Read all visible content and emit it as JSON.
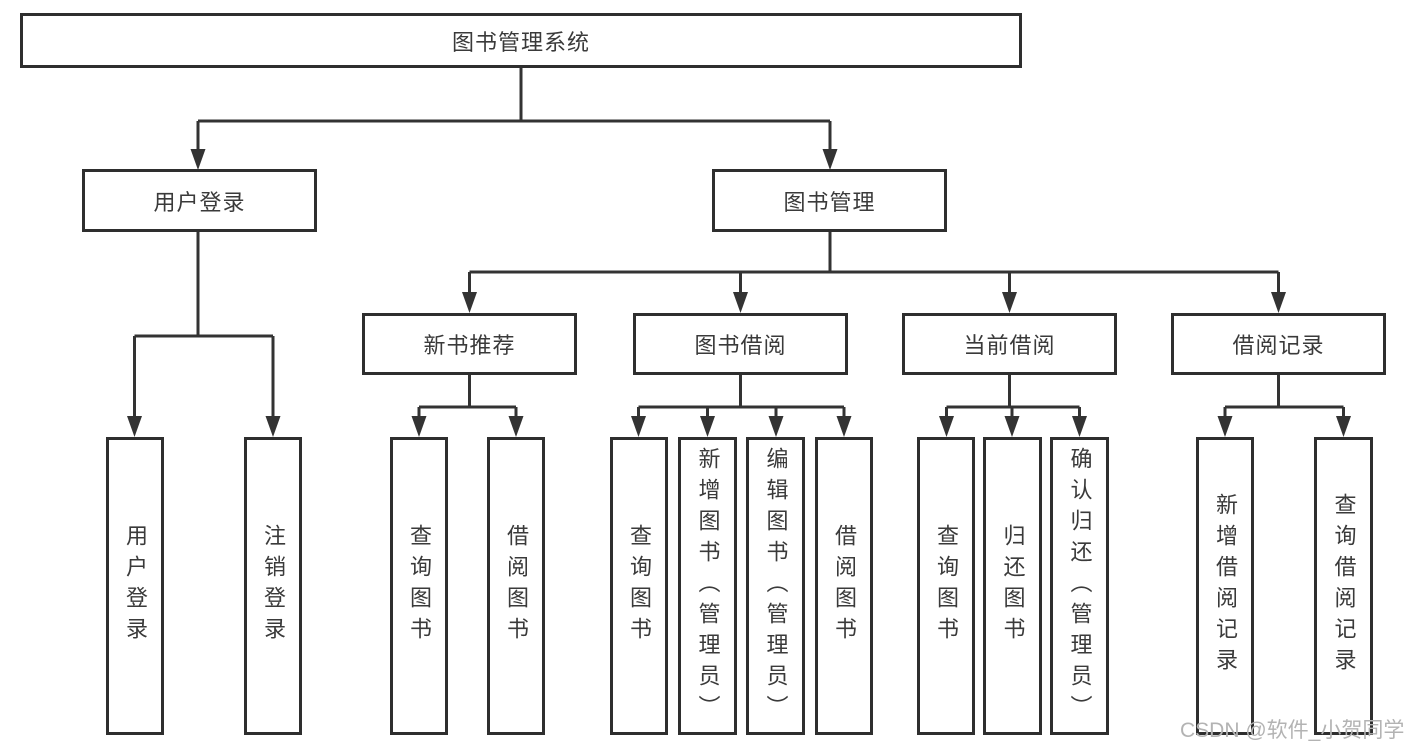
{
  "diagram_title": "图书管理系统",
  "colors": {
    "line": "#333333",
    "box_border": "#2e2e2e",
    "box_fill": "#ffffff",
    "text": "#3a3a3a",
    "background": "#ffffff",
    "watermark": "#b3b3b3"
  },
  "watermark": {
    "text": "CSDN @软件_小贺同学"
  },
  "nodes": {
    "root": {
      "label": "图书管理系统"
    },
    "user_login": {
      "label": "用户登录",
      "children": [
        {
          "label": "用户登录"
        },
        {
          "label": "注销登录"
        }
      ]
    },
    "book_management": {
      "label": "图书管理",
      "children": [
        {
          "label": "新书推荐",
          "children": [
            {
              "label": "查询图书"
            },
            {
              "label": "借阅图书"
            }
          ]
        },
        {
          "label": "图书借阅",
          "children": [
            {
              "label": "查询图书"
            },
            {
              "label": "新增图书（管理员）"
            },
            {
              "label": "编辑图书（管理员）"
            },
            {
              "label": "借阅图书"
            }
          ]
        },
        {
          "label": "当前借阅",
          "children": [
            {
              "label": "查询图书"
            },
            {
              "label": "归还图书"
            },
            {
              "label": "确认归还（管理员）"
            }
          ]
        },
        {
          "label": "借阅记录",
          "children": [
            {
              "label": "新增借阅记录"
            },
            {
              "label": "查询借阅记录"
            }
          ]
        }
      ]
    }
  }
}
